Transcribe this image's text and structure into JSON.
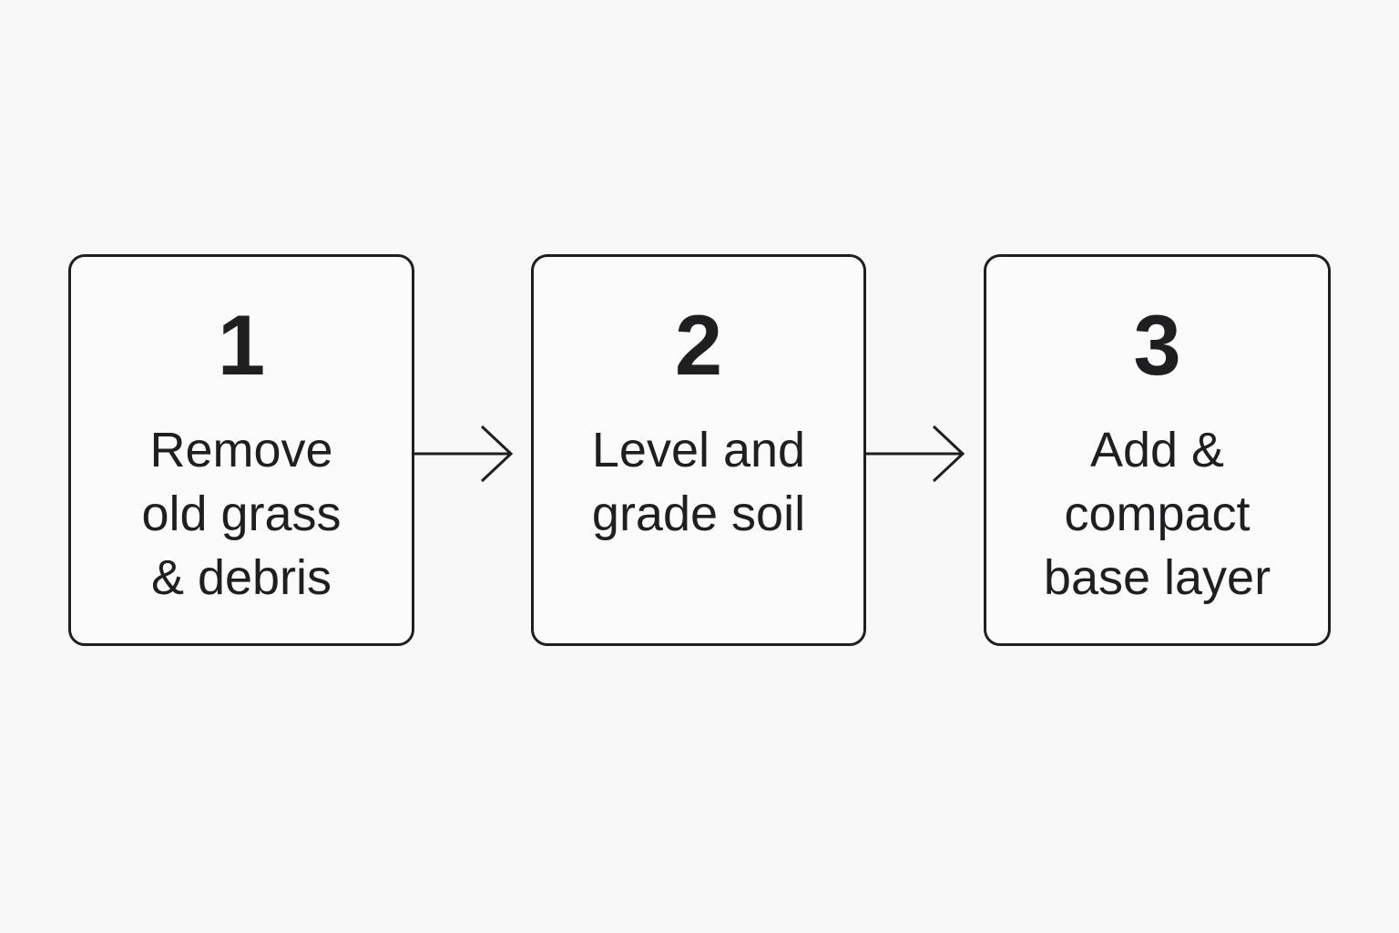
{
  "steps": [
    {
      "number": "1",
      "lines": [
        "Remove",
        "old grass",
        "& debris"
      ]
    },
    {
      "number": "2",
      "lines": [
        "Level and",
        "grade soil"
      ]
    },
    {
      "number": "3",
      "lines": [
        "Add &",
        "compact",
        "base layer"
      ]
    }
  ],
  "colors": {
    "stroke": "#1f1f22",
    "background": "#f8f8f8"
  }
}
